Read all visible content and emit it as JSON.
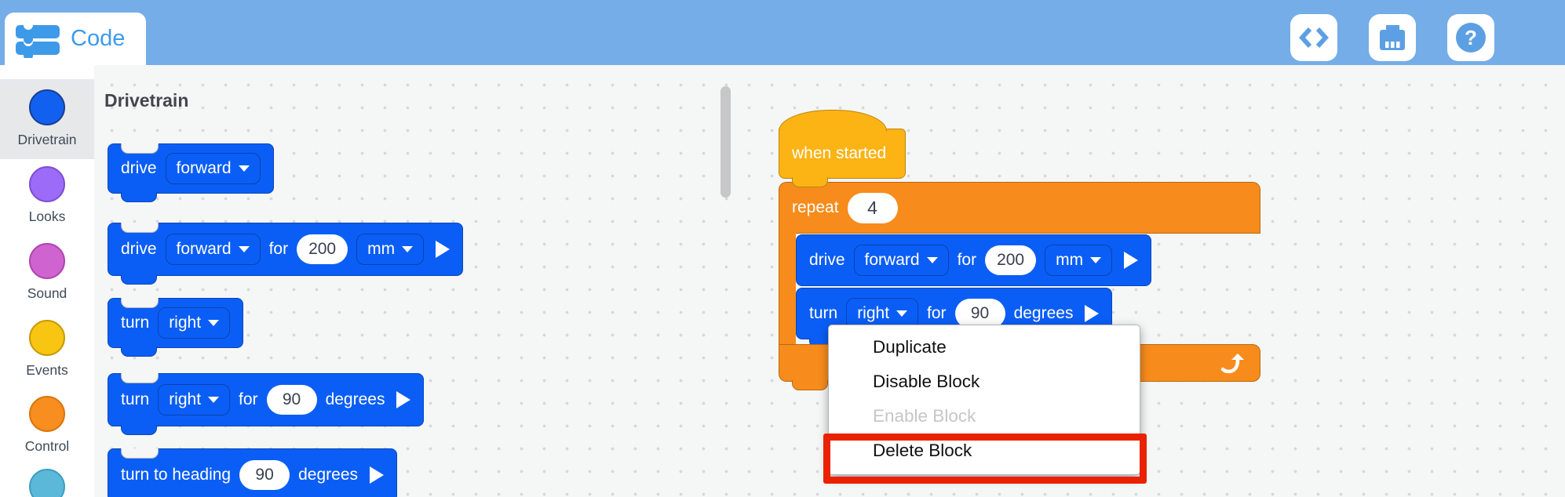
{
  "topbar": {
    "tab_label": "Code",
    "toolbar_icons": [
      "code-view",
      "brain-device",
      "help"
    ]
  },
  "sidebar": {
    "items": [
      {
        "label": "Drivetrain",
        "fill": "#1160f0",
        "border": "#1b3f8f",
        "selected": true
      },
      {
        "label": "Looks",
        "fill": "#9c6bf7",
        "border": "#7c4fd4",
        "selected": false
      },
      {
        "label": "Sound",
        "fill": "#cf63cf",
        "border": "#b044b0",
        "selected": false
      },
      {
        "label": "Events",
        "fill": "#f8c512",
        "border": "#c79a00",
        "selected": false
      },
      {
        "label": "Control",
        "fill": "#f78e1f",
        "border": "#d9760a",
        "selected": false
      },
      {
        "label": "",
        "fill": "#5bb8d8",
        "border": "#3d9dc0",
        "selected": false
      }
    ]
  },
  "palette": {
    "header": "Drivetrain",
    "blocks": [
      {
        "segments": [
          [
            "text",
            "drive"
          ],
          [
            "dropdown",
            "forward"
          ]
        ]
      },
      {
        "segments": [
          [
            "text",
            "drive"
          ],
          [
            "dropdown",
            "forward"
          ],
          [
            "text",
            "for"
          ],
          [
            "oval",
            "200"
          ],
          [
            "dropdown",
            "mm"
          ],
          [
            "play",
            ""
          ]
        ]
      },
      {
        "segments": [
          [
            "text",
            "turn"
          ],
          [
            "dropdown",
            "right"
          ]
        ]
      },
      {
        "segments": [
          [
            "text",
            "turn"
          ],
          [
            "dropdown",
            "right"
          ],
          [
            "text",
            "for"
          ],
          [
            "oval",
            "90"
          ],
          [
            "text",
            "degrees"
          ],
          [
            "play",
            ""
          ]
        ]
      },
      {
        "segments": [
          [
            "text",
            "turn to heading"
          ],
          [
            "oval",
            "90"
          ],
          [
            "text",
            "degrees"
          ],
          [
            "play",
            ""
          ]
        ]
      }
    ]
  },
  "workspace": {
    "hat_label": "when started",
    "repeat_label": "repeat",
    "repeat_count": "4",
    "rows": [
      {
        "segments": [
          [
            "text",
            "drive"
          ],
          [
            "dropdown",
            "forward"
          ],
          [
            "text",
            "for"
          ],
          [
            "oval",
            "200"
          ],
          [
            "dropdown",
            "mm"
          ],
          [
            "play",
            ""
          ]
        ]
      },
      {
        "segments": [
          [
            "text",
            "turn"
          ],
          [
            "dropdown",
            "right"
          ],
          [
            "text",
            "for"
          ],
          [
            "oval",
            "90"
          ],
          [
            "text",
            "degrees"
          ],
          [
            "play",
            ""
          ]
        ]
      }
    ],
    "loop_icon": "loop-arrow"
  },
  "context_menu": {
    "items": [
      {
        "label": "Duplicate",
        "enabled": true,
        "highlighted": false
      },
      {
        "label": "Disable Block",
        "enabled": true,
        "highlighted": false
      },
      {
        "label": "Enable Block",
        "enabled": false,
        "highlighted": false
      },
      {
        "label": "Delete Block",
        "enabled": true,
        "highlighted": true
      }
    ]
  },
  "annotation": {
    "highlight_color": "#ea2100"
  },
  "colors": {
    "topbar": "#74ade8",
    "accent_blue": "#3d9ae9",
    "block_blue": "#0b5ef5",
    "control_orange": "#f78c1c",
    "hat_yellow": "#fcb314",
    "stage_bg": "#f5f6f6",
    "selected_sidebar_bg": "#e6e8ea"
  }
}
